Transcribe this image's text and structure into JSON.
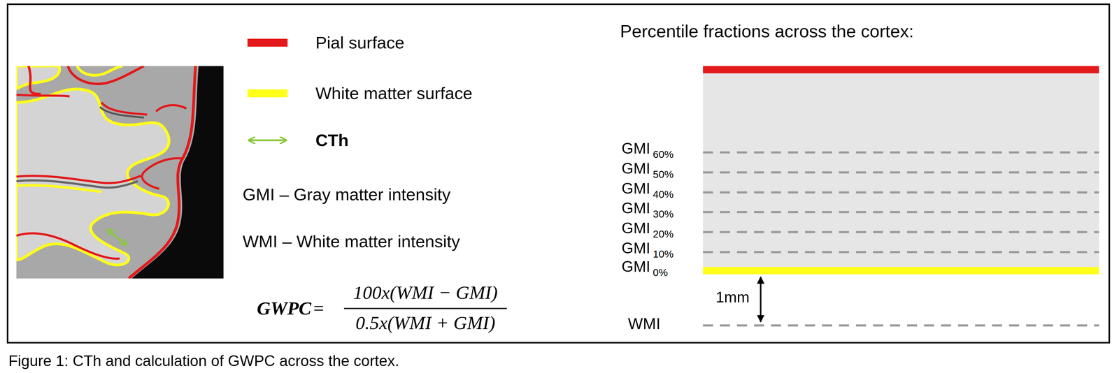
{
  "diagram": {
    "caption": "Figure 1: CTh and calculation of GWPC across the cortex.",
    "labels": [
      "GMI – Gray matter intensity",
      "WMI – White matter intensity",
      "GWPC",
      "=",
      "100x(WMI − GMI)",
      "0.5x(WMI + GMI)",
      "Percentile fractions across the cortex:",
      "GMI",
      "60%",
      "GMI",
      "50%",
      "GMI",
      "40%",
      "GMI",
      "30%",
      "GMI",
      "20%",
      "GMI",
      "10%",
      "GMI",
      "0%",
      "1mm",
      "WMI"
    ],
    "legend": [
      {
        "text": "Pial surface",
        "color": "#e3191b"
      },
      {
        "text": "White matter surface",
        "color": "#ffff1a"
      },
      {
        "text": "CTh"
      }
    ]
  }
}
